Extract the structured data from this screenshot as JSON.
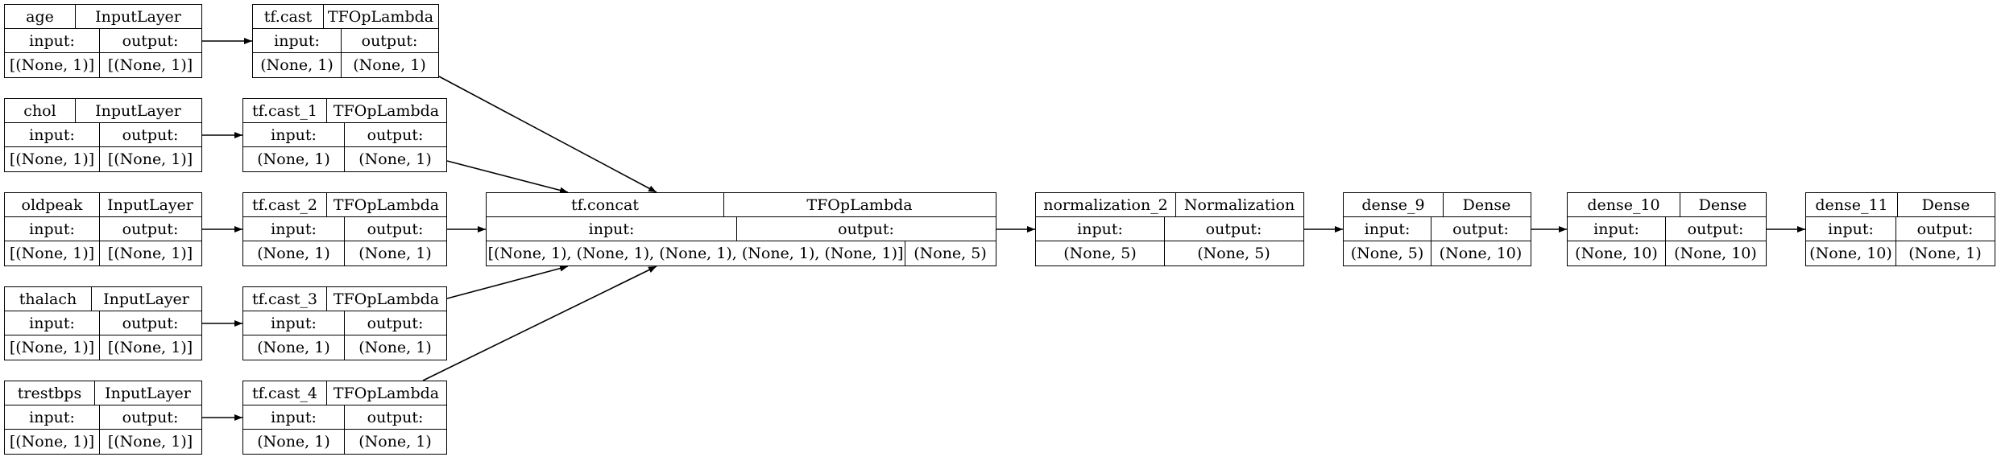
{
  "nodes": [
    {
      "id": "age",
      "name": "age",
      "type": "InputLayer",
      "input": "[(None, 1)]",
      "output": "[(None, 1)]"
    },
    {
      "id": "chol",
      "name": "chol",
      "type": "InputLayer",
      "input": "[(None, 1)]",
      "output": "[(None, 1)]"
    },
    {
      "id": "oldpeak",
      "name": "oldpeak",
      "type": "InputLayer",
      "input": "[(None, 1)]",
      "output": "[(None, 1)]"
    },
    {
      "id": "thalach",
      "name": "thalach",
      "type": "InputLayer",
      "input": "[(None, 1)]",
      "output": "[(None, 1)]"
    },
    {
      "id": "trestbps",
      "name": "trestbps",
      "type": "InputLayer",
      "input": "[(None, 1)]",
      "output": "[(None, 1)]"
    },
    {
      "id": "cast",
      "name": "tf.cast",
      "type": "TFOpLambda",
      "input": "(None, 1)",
      "output": "(None, 1)"
    },
    {
      "id": "cast1",
      "name": "tf.cast_1",
      "type": "TFOpLambda",
      "input": "(None, 1)",
      "output": "(None, 1)"
    },
    {
      "id": "cast2",
      "name": "tf.cast_2",
      "type": "TFOpLambda",
      "input": "(None, 1)",
      "output": "(None, 1)"
    },
    {
      "id": "cast3",
      "name": "tf.cast_3",
      "type": "TFOpLambda",
      "input": "(None, 1)",
      "output": "(None, 1)"
    },
    {
      "id": "cast4",
      "name": "tf.cast_4",
      "type": "TFOpLambda",
      "input": "(None, 1)",
      "output": "(None, 1)"
    },
    {
      "id": "concat",
      "name": "tf.concat",
      "type": "TFOpLambda",
      "input": "[(None, 1), (None, 1), (None, 1), (None, 1), (None, 1)]",
      "output": "(None, 5)"
    },
    {
      "id": "norm",
      "name": "normalization_2",
      "type": "Normalization",
      "input": "(None, 5)",
      "output": "(None, 5)"
    },
    {
      "id": "d9",
      "name": "dense_9",
      "type": "Dense",
      "input": "(None, 5)",
      "output": "(None, 10)"
    },
    {
      "id": "d10",
      "name": "dense_10",
      "type": "Dense",
      "input": "(None, 10)",
      "output": "(None, 10)"
    },
    {
      "id": "d11",
      "name": "dense_11",
      "type": "Dense",
      "input": "(None, 10)",
      "output": "(None, 1)"
    }
  ],
  "labels": {
    "input": "input:",
    "output": "output:"
  }
}
